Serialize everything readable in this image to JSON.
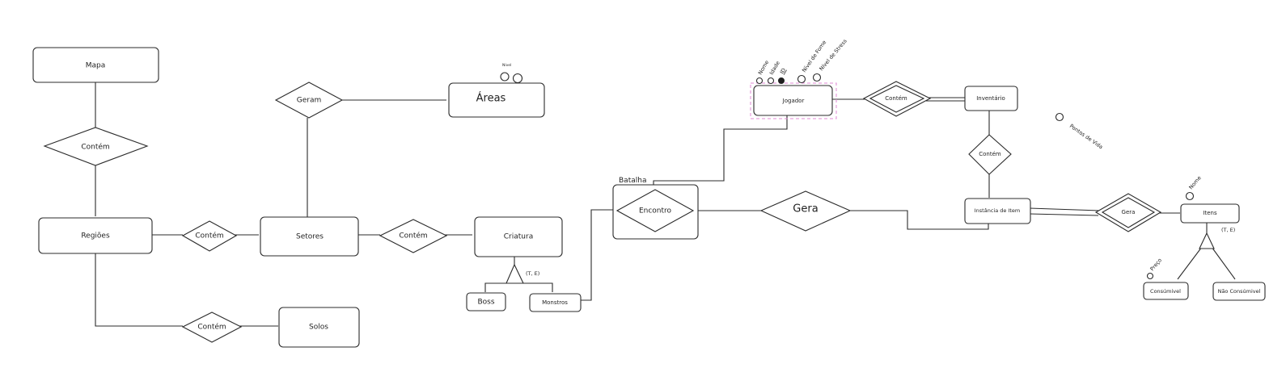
{
  "diagram": {
    "entities": {
      "mapa": "Mapa",
      "regioes": "Regiões",
      "setores": "Setores",
      "areas": "Áreas",
      "solos": "Solos",
      "criatura": "Criatura",
      "boss": "Boss",
      "monstros": "Monstros",
      "encontro": "Encontro",
      "jogador": "Jogador",
      "inventario": "Inventário",
      "instancia_item": "Instância de Item",
      "itens": "Itens",
      "consumivel": "Consúmivel",
      "nao_consumivel": "Não Consúmivel"
    },
    "relationships": {
      "contem_mapa_regioes": "Contém",
      "geram": "Geram",
      "contem_regioes_setores": "Contém",
      "contem_setores_criatura": "Contém",
      "contem_regioes_solos": "Contém",
      "gera_encontro": "Gera",
      "contem_jogador_inventario": "Contém",
      "contem_inventario_instancia": "Contém",
      "gera_itens": "Gera"
    },
    "aggregation_label": "Batalha",
    "specialization_criatura": "(T, E)",
    "specialization_itens": "(T, E)",
    "attributes": {
      "areas_attr": "Nível",
      "jogador_nome": "Nome",
      "jogador_idade": "Idade",
      "jogador_id": "ID",
      "jogador_nivel_fome": "Nível de Fome",
      "jogador_nivel_stress": "Nível de Stress",
      "pontos_de_vida": "Pontos de Vida",
      "itens_nome": "Nome",
      "consumivel_preco": "Preço"
    },
    "colors": {
      "stroke": "#2b2b2b",
      "selection": "#e08ad6"
    }
  }
}
